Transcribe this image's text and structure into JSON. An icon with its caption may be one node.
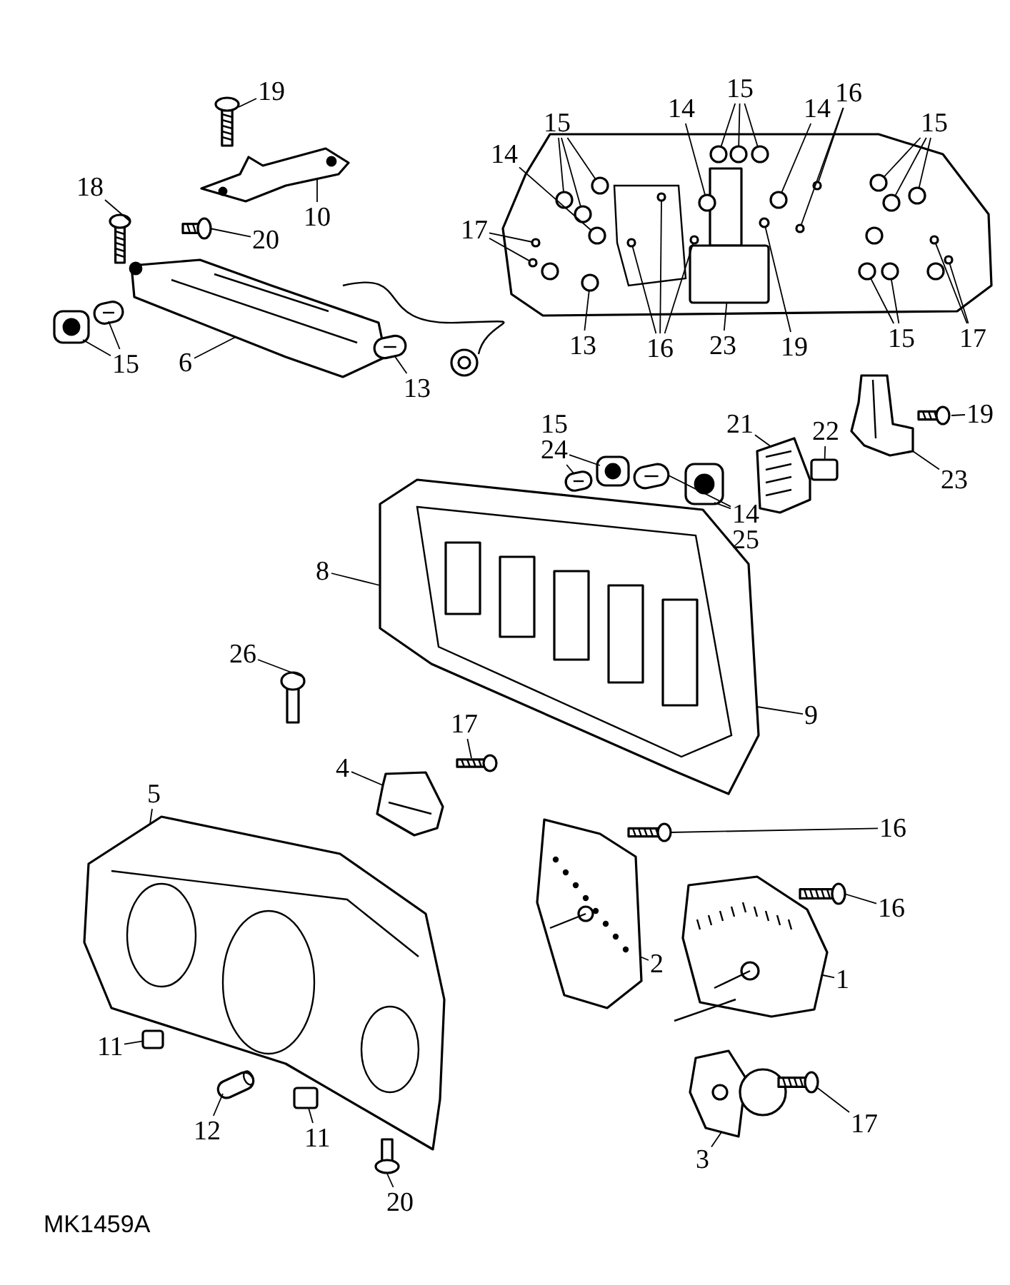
{
  "diagram": {
    "nodes": [
      {
        "text": [
          "19"
        ]
      },
      {
        "text": [
          "10"
        ]
      },
      {
        "text": [
          "18"
        ]
      },
      {
        "text": [
          "20"
        ]
      },
      {
        "text": [
          "15"
        ]
      },
      {
        "text": [
          "6"
        ]
      },
      {
        "text": [
          "13"
        ]
      },
      {
        "text": [
          "15"
        ]
      },
      {
        "text": [
          "14"
        ]
      },
      {
        "text": [
          "14"
        ]
      },
      {
        "text": [
          "15"
        ]
      },
      {
        "text": [
          "14"
        ]
      },
      {
        "text": [
          "16"
        ]
      },
      {
        "text": [
          "15"
        ]
      },
      {
        "text": [
          "17"
        ]
      },
      {
        "text": [
          "13"
        ]
      },
      {
        "text": [
          "16"
        ]
      },
      {
        "text": [
          "23"
        ]
      },
      {
        "text": [
          "19"
        ]
      },
      {
        "text": [
          "15"
        ]
      },
      {
        "text": [
          "17"
        ]
      },
      {
        "text": [
          "21"
        ]
      },
      {
        "text": [
          "22"
        ]
      },
      {
        "text": [
          "19"
        ]
      },
      {
        "text": [
          "23"
        ]
      },
      {
        "text": [
          "24"
        ]
      },
      {
        "text": [
          "14"
        ]
      },
      {
        "text": [
          "8"
        ]
      },
      {
        "text": [
          "9"
        ]
      },
      {
        "text": [
          "26"
        ]
      },
      {
        "text": [
          "17"
        ]
      },
      {
        "text": [
          "4"
        ]
      },
      {
        "text": [
          "5"
        ]
      },
      {
        "text": [
          "16"
        ]
      },
      {
        "text": [
          "2"
        ]
      },
      {
        "text": [
          "16"
        ]
      },
      {
        "text": [
          "1"
        ]
      },
      {
        "text": [
          "11"
        ]
      },
      {
        "text": [
          "12"
        ]
      },
      {
        "text": [
          "11"
        ]
      },
      {
        "text": [
          "20"
        ]
      },
      {
        "text": [
          "3"
        ]
      },
      {
        "text": [
          "17"
        ]
      },
      {
        "text": [],
        "shape": "picture"
      },
      {
        "text": [],
        "shape": "picture"
      },
      {
        "text": [],
        "shape": "picture"
      },
      {
        "text": [],
        "shape": "picture"
      },
      {
        "text": [],
        "shape": "picture"
      },
      {
        "text": [],
        "shape": "picture"
      },
      {
        "text": [],
        "shape": "picture"
      },
      {
        "text": [],
        "shape": "picture"
      },
      {
        "text": [],
        "shape": "picture"
      },
      {
        "text": [],
        "shape": "picture"
      },
      {
        "text": [],
        "shape": "picture"
      },
      {
        "text": [],
        "shape": "picture"
      },
      {
        "text": [],
        "shape": "box"
      },
      {
        "text": [],
        "shape": "picture"
      },
      {
        "text": [],
        "shape": "picture"
      },
      {
        "text": [],
        "shape": "picture"
      },
      {
        "text": [],
        "shape": "picture"
      },
      {
        "text": [],
        "shape": "picture"
      },
      {
        "text": [],
        "shape": "picture"
      },
      {
        "text": [],
        "shape": "picture"
      },
      {
        "text": [],
        "shape": "picture"
      },
      {
        "text": [],
        "shape": "picture"
      },
      {
        "text": [],
        "shape": "picture"
      },
      {
        "text": [],
        "shape": "picture"
      },
      {
        "text": [],
        "shape": "picture"
      },
      {
        "text": [],
        "shape": "picture"
      },
      {
        "text": [],
        "shape": "box"
      },
      {
        "text": [],
        "shape": "cylinder"
      },
      {
        "text": [],
        "shape": "box"
      },
      {
        "text": [],
        "shape": "picture"
      },
      {
        "text": [],
        "shape": "picture"
      },
      {
        "text": [],
        "shape": "picture"
      },
      {
        "text": [],
        "shape": "circle",
        "in": 51
      },
      {
        "text": [],
        "shape": "circle",
        "in": 51
      },
      {
        "text": [],
        "shape": "circle",
        "in": 51
      },
      {
        "text": [],
        "shape": "circle",
        "in": 51
      },
      {
        "text": [],
        "shape": "circle",
        "in": 51
      },
      {
        "text": [],
        "shape": "circle",
        "in": 51
      },
      {
        "text": [],
        "shape": "circle",
        "in": 51
      },
      {
        "text": [],
        "shape": "circle",
        "in": 51
      },
      {
        "text": [],
        "shape": "circle",
        "in": 51
      },
      {
        "text": [],
        "shape": "circle",
        "in": 51
      },
      {
        "text": [],
        "shape": "circle",
        "in": 51
      },
      {
        "text": [],
        "shape": "circle",
        "in": 51
      },
      {
        "text": [],
        "shape": "circle",
        "in": 51
      },
      {
        "text": [],
        "shape": "circle",
        "in": 51
      },
      {
        "text": [],
        "shape": "circle",
        "in": 51
      },
      {
        "text": [],
        "shape": "circle",
        "in": 51
      },
      {
        "text": [],
        "shape": "circle",
        "in": 51
      },
      {
        "text": [],
        "shape": "circle",
        "in": 51
      },
      {
        "text": [],
        "shape": "circle",
        "in": 51
      },
      {
        "text": [],
        "shape": "circle",
        "in": 51
      },
      {
        "text": [],
        "shape": "box",
        "in": 51
      },
      {
        "text": [],
        "shape": "circle",
        "in": 51
      },
      {
        "text": [],
        "shape": "circle",
        "in": 51
      },
      {
        "text": [],
        "shape": "circle",
        "in": 51
      },
      {
        "text": [],
        "shape": "circle",
        "in": 51
      },
      {
        "text": [],
        "shape": "circle",
        "in": 51
      }
    ],
    "edges": [
      {
        "from": 0,
        "to": 43,
        "arrow": "none"
      },
      {
        "from": 1,
        "to": 44,
        "arrow": "none"
      },
      {
        "from": 2,
        "to": 45,
        "arrow": "none"
      },
      {
        "from": 3,
        "to": 46,
        "arrow": "none"
      },
      {
        "from": 4,
        "to": 48,
        "arrow": "none"
      },
      {
        "from": 4,
        "to": 49,
        "arrow": "none"
      },
      {
        "from": 5,
        "to": 47,
        "arrow": "none"
      },
      {
        "from": 6,
        "to": 50,
        "arrow": "none"
      },
      {
        "from": 7,
        "to": 75,
        "arrow": "none"
      },
      {
        "from": 7,
        "to": 76,
        "arrow": "none"
      },
      {
        "from": 7,
        "to": 77,
        "arrow": "none"
      },
      {
        "from": 8,
        "to": 78,
        "arrow": "none"
      },
      {
        "from": 9,
        "to": 79,
        "arrow": "none"
      },
      {
        "from": 10,
        "to": 80,
        "arrow": "none"
      },
      {
        "from": 10,
        "to": 81,
        "arrow": "none"
      },
      {
        "from": 10,
        "to": 82,
        "arrow": "none"
      },
      {
        "from": 11,
        "to": 83,
        "arrow": "none"
      },
      {
        "from": 12,
        "to": 84,
        "arrow": "none"
      },
      {
        "from": 12,
        "to": 85,
        "arrow": "none"
      },
      {
        "from": 13,
        "to": 86,
        "arrow": "none"
      },
      {
        "from": 13,
        "to": 87,
        "arrow": "none"
      },
      {
        "from": 13,
        "to": 88,
        "arrow": "none"
      },
      {
        "from": 14,
        "to": 89,
        "arrow": "none"
      },
      {
        "from": 14,
        "to": 90,
        "arrow": "none"
      },
      {
        "from": 15,
        "to": 91,
        "arrow": "none"
      },
      {
        "from": 16,
        "to": 92,
        "arrow": "none"
      },
      {
        "from": 16,
        "to": 93,
        "arrow": "none"
      },
      {
        "from": 16,
        "to": 94,
        "arrow": "none"
      },
      {
        "from": 17,
        "to": 95,
        "arrow": "none"
      },
      {
        "from": 18,
        "to": 96,
        "arrow": "none"
      },
      {
        "from": 19,
        "to": 97,
        "arrow": "none"
      },
      {
        "from": 19,
        "to": 98,
        "arrow": "none"
      },
      {
        "from": 20,
        "to": 99,
        "arrow": "none"
      },
      {
        "from": 20,
        "to": 100,
        "arrow": "none"
      },
      {
        "from": 21,
        "to": 54,
        "arrow": "none"
      },
      {
        "from": 22,
        "to": 55,
        "arrow": "none"
      },
      {
        "from": 23,
        "to": 53,
        "arrow": "none"
      },
      {
        "from": 24,
        "to": 52,
        "arrow": "none"
      },
      {
        "from": 25,
        "to": 56,
        "arrow": "none"
      },
      {
        "from": 25,
        "to": 57,
        "arrow": "none"
      },
      {
        "from": 26,
        "to": 58,
        "arrow": "none"
      },
      {
        "from": 26,
        "to": 59,
        "arrow": "none"
      },
      {
        "from": 27,
        "to": 60,
        "arrow": "none"
      },
      {
        "from": 28,
        "to": 60,
        "arrow": "none"
      },
      {
        "from": 29,
        "to": 61,
        "arrow": "none"
      },
      {
        "from": 30,
        "to": 62,
        "arrow": "none"
      },
      {
        "from": 31,
        "to": 63,
        "arrow": "none"
      },
      {
        "from": 32,
        "to": 64,
        "arrow": "none"
      },
      {
        "from": 33,
        "to": 65,
        "arrow": "none"
      },
      {
        "from": 34,
        "to": 66,
        "arrow": "none"
      },
      {
        "from": 35,
        "to": 67,
        "arrow": "none"
      },
      {
        "from": 36,
        "to": 68,
        "arrow": "none"
      },
      {
        "from": 37,
        "to": 69,
        "arrow": "none"
      },
      {
        "from": 38,
        "to": 70,
        "arrow": "none"
      },
      {
        "from": 39,
        "to": 71,
        "arrow": "none"
      },
      {
        "from": 40,
        "to": 72,
        "arrow": "none"
      },
      {
        "from": 41,
        "to": 73,
        "arrow": "none"
      },
      {
        "from": 42,
        "to": 74,
        "arrow": "none"
      }
    ],
    "labels": [
      "15",
      "25",
      "MK1459A"
    ]
  }
}
